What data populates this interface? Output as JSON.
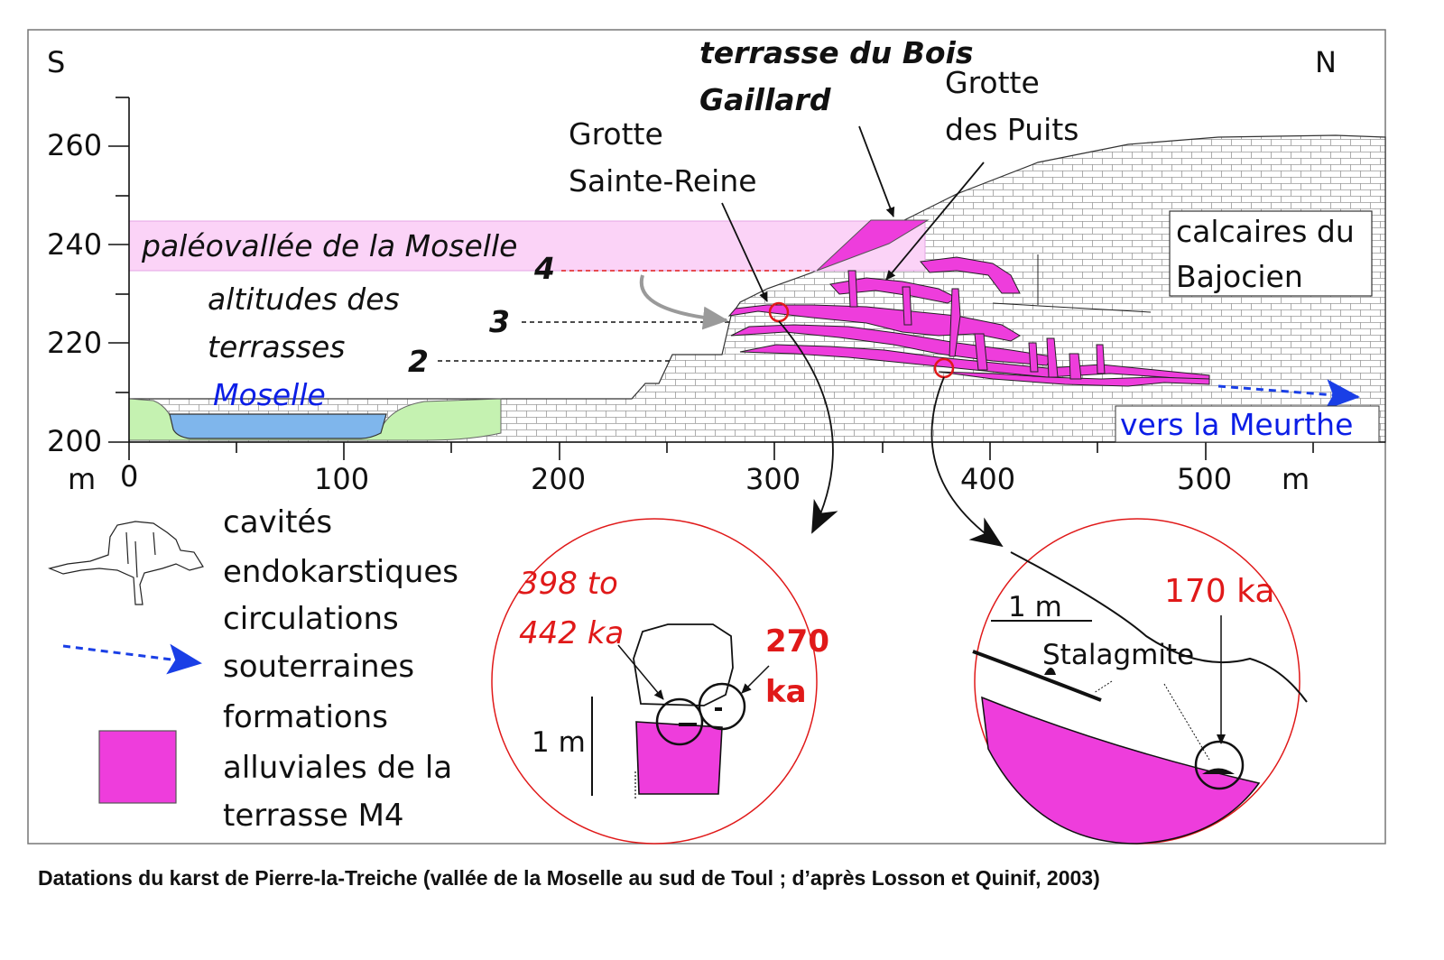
{
  "compass": {
    "south": "S",
    "north": "N"
  },
  "y_axis": {
    "ticks": [
      "260",
      "240",
      "220",
      "200"
    ],
    "unit": "m"
  },
  "x_axis": {
    "ticks": [
      "0",
      "100",
      "200",
      "300",
      "400",
      "500"
    ],
    "unit": "m"
  },
  "labels": {
    "terrace_bois_gaillard": [
      "terrasse du Bois",
      "Gaillard"
    ],
    "grotte_sainte_reine": [
      "Grotte",
      "Sainte-Reine"
    ],
    "grotte_des_puits": [
      "Grotte",
      "des Puits"
    ],
    "paleovallee": "paléovallée de la Moselle",
    "altitudes": [
      "altitudes des",
      "terrasses",
      "Moselle"
    ],
    "terrace_numbers": [
      "4",
      "3",
      "2"
    ],
    "calcaires": [
      "calcaires du",
      "Bajocien"
    ],
    "vers_meurthe": "vers la Meurthe"
  },
  "legend": {
    "cavites": [
      "cavités",
      "endokarstiques"
    ],
    "circulations": [
      "circulations",
      "souterraines"
    ],
    "formations": [
      "formations",
      "alluviales de la",
      "terrasse M4"
    ]
  },
  "inset_left": {
    "date_range": [
      "398 to",
      "442 ka"
    ],
    "date_point": [
      "270",
      "ka"
    ],
    "scale": "1 m"
  },
  "inset_right": {
    "date": "170 ka",
    "scale": "1 m",
    "stalagmite": "Stalagmite"
  },
  "caption": "Datations du karst de Pierre-la-Treiche (vallée de la Moselle au sud de Toul ; d’après Losson et Quinif, 2003)",
  "colors": {
    "magenta": "#ee3ddc",
    "pale_magenta": "#fbd3f7",
    "green": "#c5f2b1",
    "blue_water": "#7fb6ec",
    "red": "#e01919",
    "arrow_blue": "#1a3fe6"
  }
}
